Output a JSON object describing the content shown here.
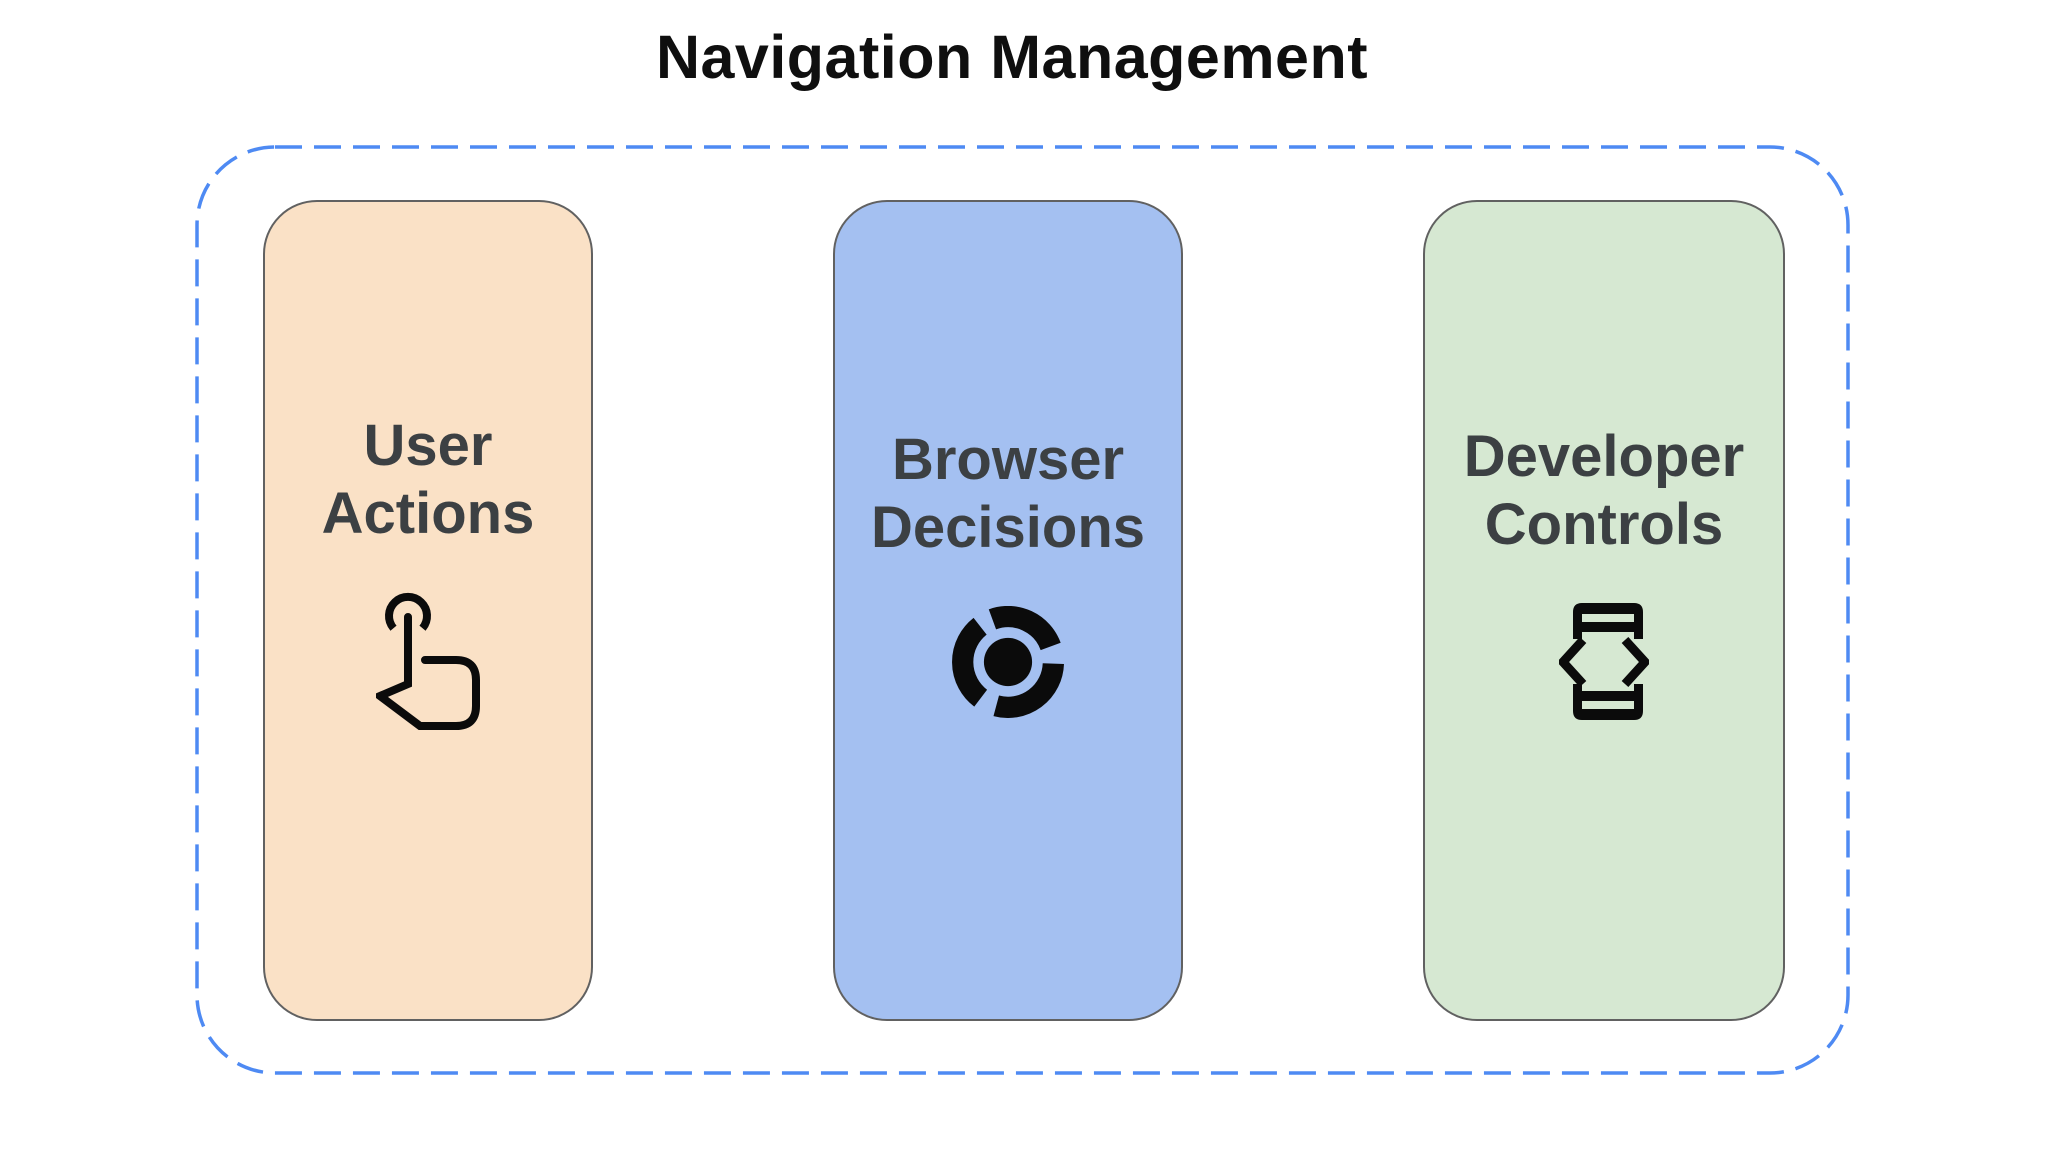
{
  "title": "Navigation Management",
  "cards": [
    {
      "label": "User Actions",
      "lines": [
        "User",
        "Actions"
      ],
      "icon": "touch-gesture-icon",
      "bg": "#fae1c6"
    },
    {
      "label": "Browser Decisions",
      "lines": [
        "Browser",
        "Decisions"
      ],
      "icon": "chrome-browser-icon",
      "bg": "#a4c0f1"
    },
    {
      "label": "Developer Controls",
      "lines": [
        "Developer",
        "Controls"
      ],
      "icon": "developer-mode-icon",
      "bg": "#d6e8d2"
    }
  ],
  "colors": {
    "background": "#ffffff",
    "title_text": "#0f0f0f",
    "label_text": "#3c4043",
    "icon": "#0b0b0b",
    "card_border": "#616161",
    "dashed_border": "#4e8af3"
  }
}
